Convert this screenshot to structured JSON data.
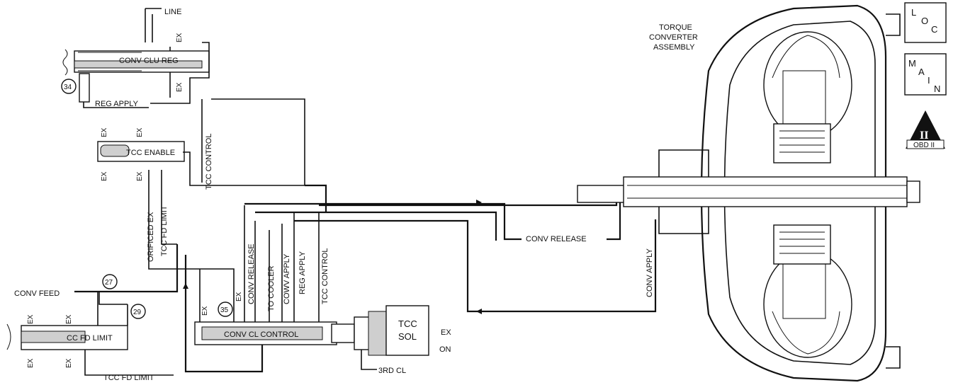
{
  "labels": {
    "line": "LINE",
    "ex": "EX",
    "conv_clu_reg": "CONV CLU REG",
    "reg_apply": "REG APPLY",
    "ckt_34": "34",
    "tcc_enable": "TCC ENABLE",
    "tcc_control": "TCC CONTROL",
    "orificed_ex": "ORIFICED EX",
    "tcc_fd_limit": "TCC FD LIMIT",
    "conv_release": "CONV RELEASE",
    "to_cooler": "TO COOLER",
    "conv_apply": "CONV APPLY",
    "conv_apply_vert": "COWV APPLY",
    "ckt_27": "27",
    "ckt_29": "29",
    "ckt_35": "35",
    "conv_feed": "CONV FEED",
    "cc_fd_limit": "CC FD LIMIT",
    "conv_cl_control": "CONV CL CONTROL",
    "tcc_sol_1": "TCC",
    "tcc_sol_2": "SOL",
    "on": "ON",
    "third_cl": "3RD CL",
    "tcc_fd_limit_bottom": "TCC FD LIMIT",
    "torque_converter_1": "TORQUE",
    "torque_converter_2": "CONVERTER",
    "torque_converter_3": "ASSEMBLY"
  },
  "badges": {
    "loc": [
      "L",
      "O",
      "C"
    ],
    "main": [
      "M",
      "A",
      "I",
      "N"
    ],
    "obd_roman": "II",
    "obd_text": "OBD II"
  }
}
